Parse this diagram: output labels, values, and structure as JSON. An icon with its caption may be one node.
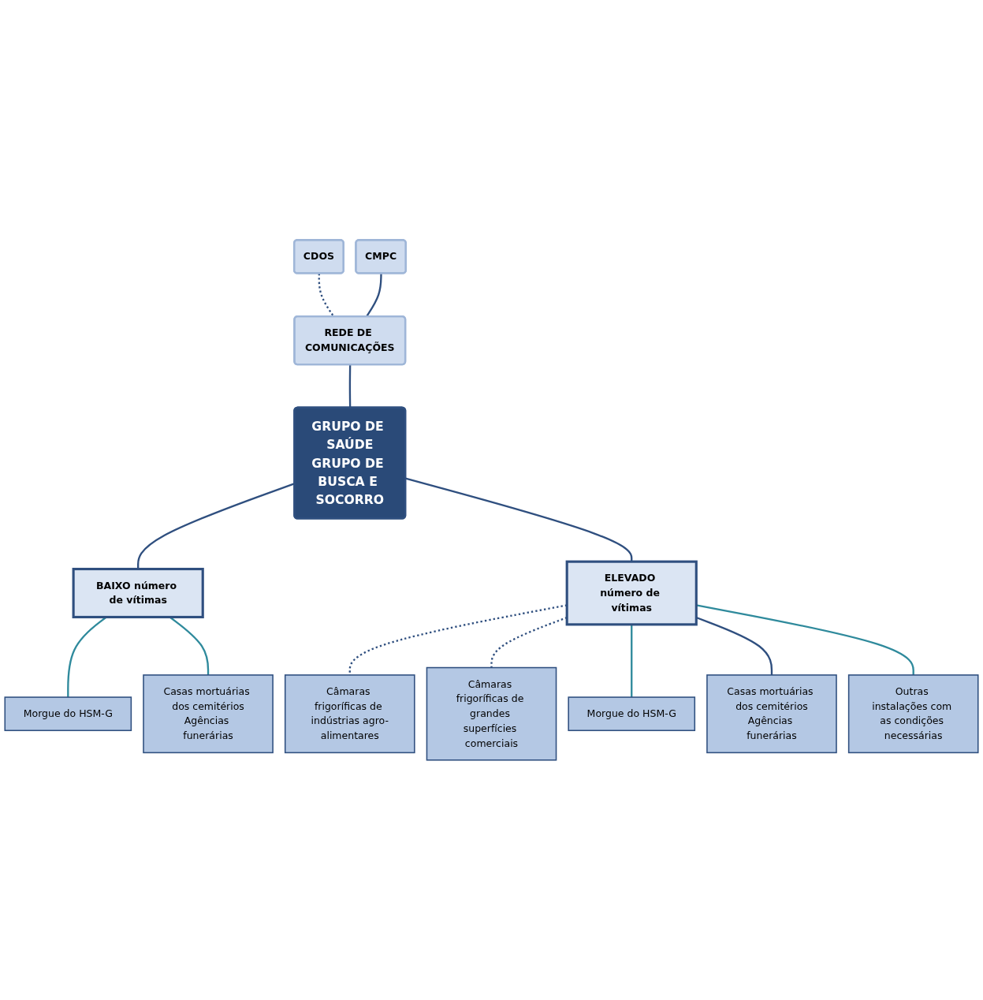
{
  "diagram": {
    "nodes": [
      {
        "text": [
          "CDOS"
        ]
      },
      {
        "text": [
          "CMPC"
        ]
      },
      {
        "text": [
          "REDE DE COMUNICAÇÕES"
        ]
      },
      {
        "text": [
          "GRUPO DE SAÚDE",
          "GRUPO DE BUSCA E SOCORRO"
        ]
      },
      {
        "text": [
          "BAIXO número de vítimas"
        ]
      },
      {
        "text": [
          "ELEVADO número de vítimas"
        ]
      },
      {
        "text": [
          "Morgue do HSM-G"
        ]
      },
      {
        "text": [
          "Casas mortuárias dos cemitérios",
          "Agências funerárias"
        ]
      },
      {
        "text": [
          "Câmaras frigoríficas de indústrias agro-alimentares"
        ]
      },
      {
        "text": [
          "Câmaras frigoríficas de grandes superfícies comerciais"
        ]
      },
      {
        "text": [
          "Morgue do HSM-G"
        ]
      },
      {
        "text": [
          "Casas mortuárias dos cemitérios",
          "Agências funerárias"
        ]
      },
      {
        "text": [
          "Outras instalações com as condições necessárias"
        ]
      }
    ],
    "edges": [
      {
        "from": 0,
        "to": 2,
        "arrow": "none",
        "style": "dashed"
      },
      {
        "from": 1,
        "to": 2,
        "arrow": "none"
      },
      {
        "from": 2,
        "to": 3,
        "arrow": "none"
      },
      {
        "from": 3,
        "to": 4,
        "arrow": "none"
      },
      {
        "from": 3,
        "to": 5,
        "arrow": "none"
      },
      {
        "from": 4,
        "to": 6,
        "arrow": "none",
        "color": "#2f8a9c"
      },
      {
        "from": 4,
        "to": 7,
        "arrow": "none",
        "color": "#2f8a9c"
      },
      {
        "from": 5,
        "to": 8,
        "arrow": "none",
        "style": "dashed"
      },
      {
        "from": 5,
        "to": 9,
        "arrow": "none",
        "style": "dashed"
      },
      {
        "from": 5,
        "to": 10,
        "arrow": "none",
        "color": "#2f8a9c"
      },
      {
        "from": 5,
        "to": 11,
        "arrow": "none"
      },
      {
        "from": 5,
        "to": 12,
        "arrow": "none",
        "color": "#2f8a9c"
      }
    ]
  }
}
